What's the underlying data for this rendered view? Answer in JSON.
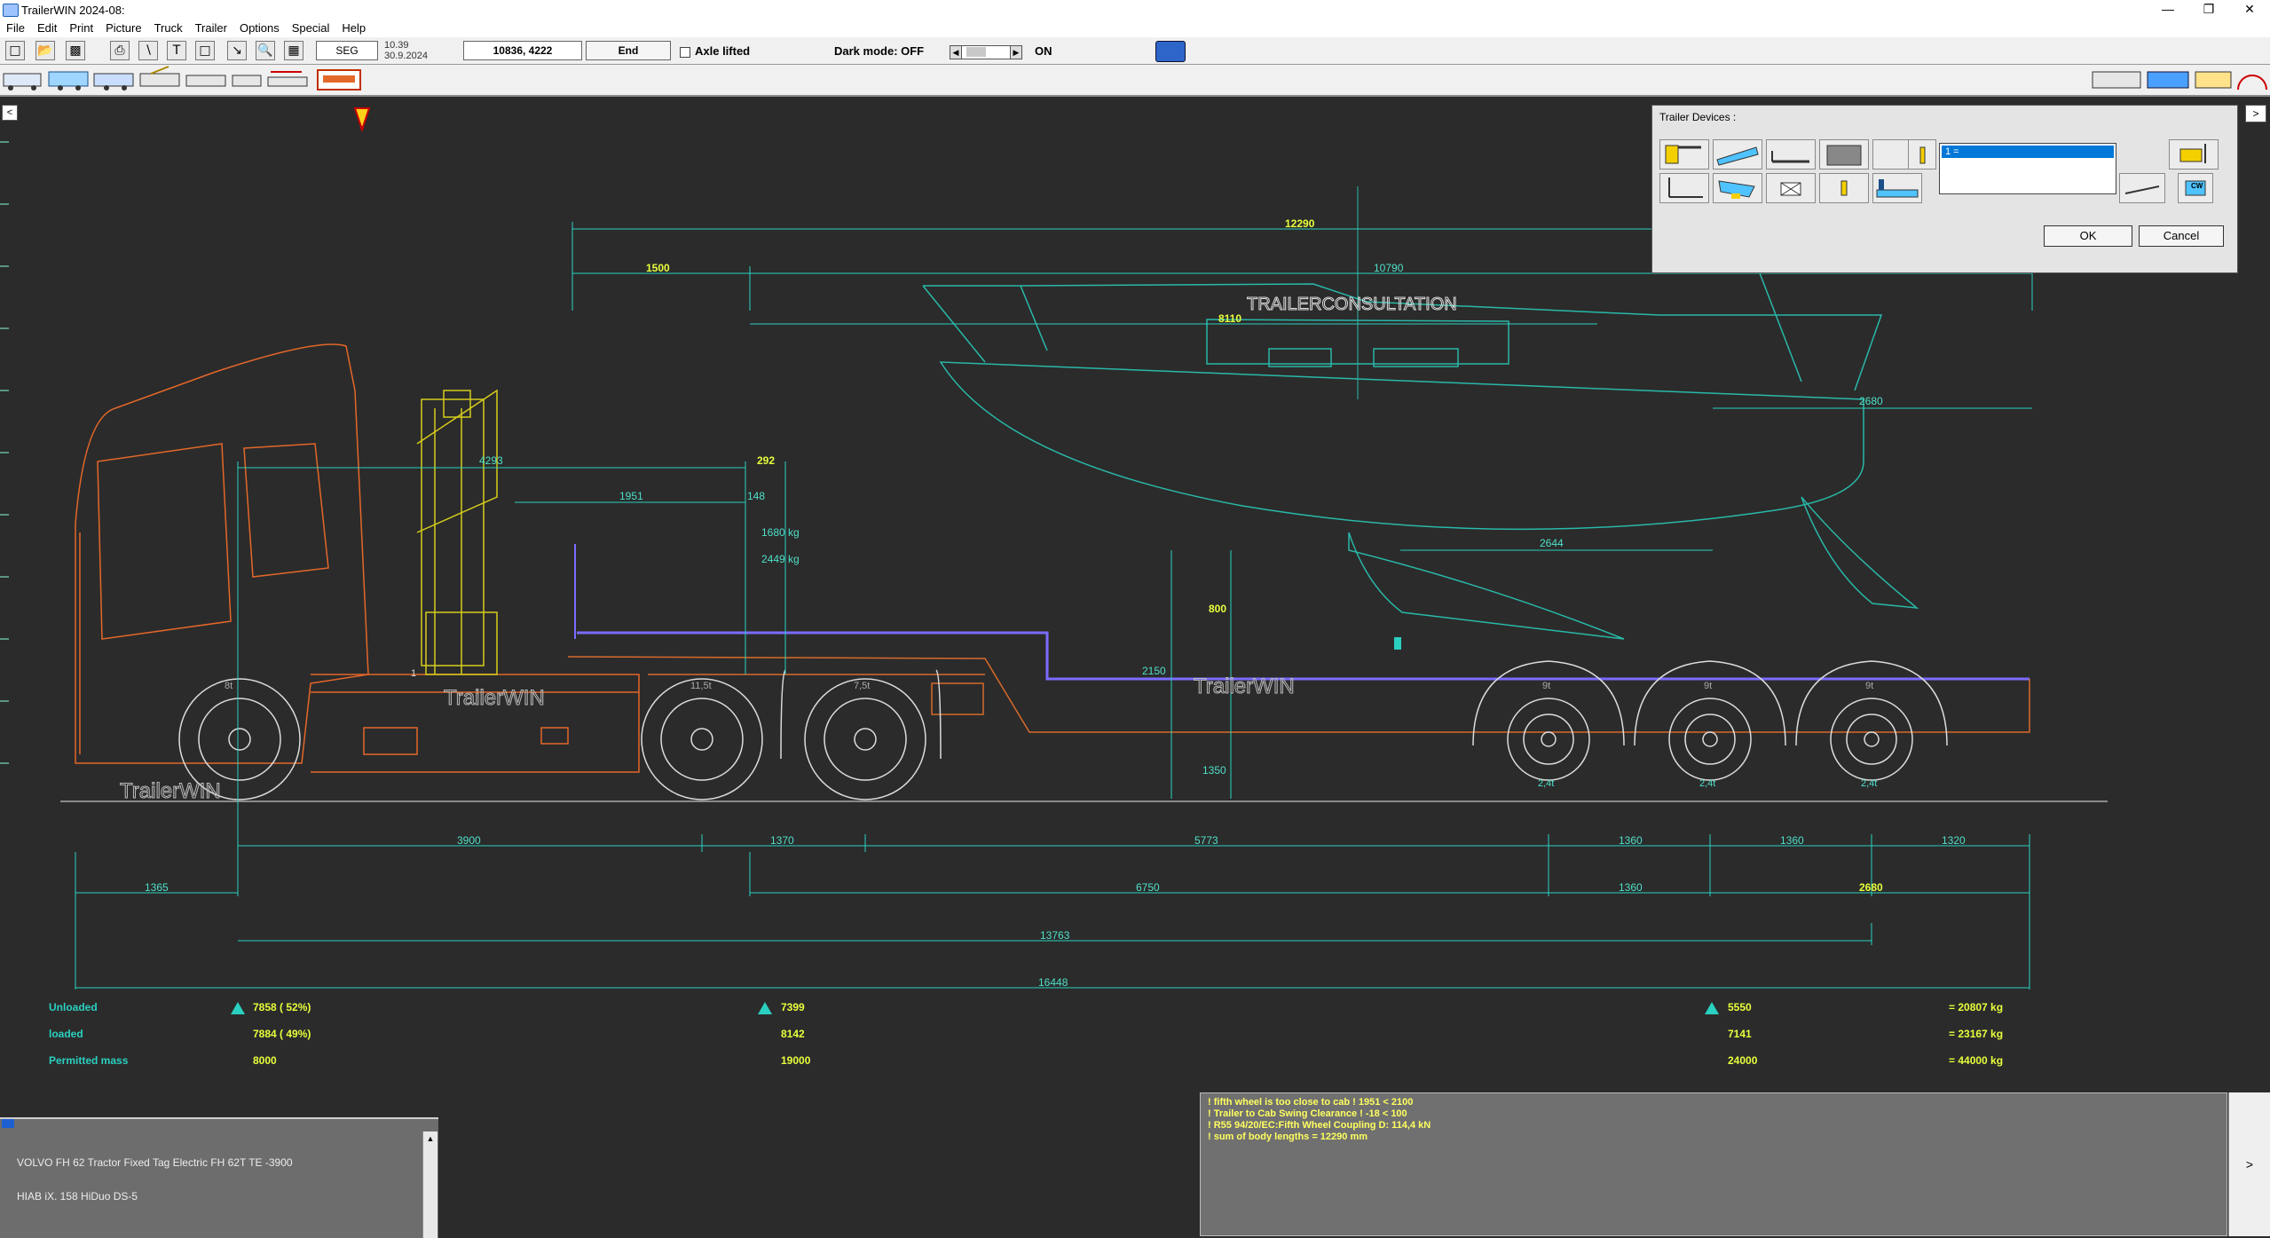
{
  "window": {
    "title": "TrailerWIN 2024-08:",
    "minimize": "—",
    "restore": "❐",
    "close": "✕"
  },
  "menu": [
    "File",
    "Edit",
    "Print",
    "Picture",
    "Truck",
    "Trailer",
    "Options",
    "Special",
    "Help"
  ],
  "toolbar": {
    "seg_label": "SEG",
    "time": "10.39",
    "date": "30.9.2024",
    "coords": "10836, 4222",
    "end_label": "End",
    "axle_lifted_label": "Axle lifted",
    "dark_mode_label": "Dark mode: OFF",
    "dark_mode_on_label": "ON"
  },
  "panel": {
    "title": "Trailer Devices :",
    "list_selected": "1 =",
    "ok": "OK",
    "cancel": "Cancel",
    "cw_label": "CW"
  },
  "watermarks": {
    "brand": "TrailerWIN",
    "consult": "TRAILERCONSULTATION"
  },
  "dimensions": {
    "top_total": "12290",
    "top_left": "1500",
    "top_right": "10790",
    "boat_len": "8110",
    "right_2680": "2680",
    "d4293": "4293",
    "d292": "292",
    "d1951": "1951",
    "d148": "148",
    "kg1": "1680 kg",
    "kg2": "2449 kg",
    "d800": "800",
    "d2644": "2644",
    "d2150": "2150",
    "d1350": "1350",
    "bottom_row1": [
      "3900",
      "1370",
      "5773",
      "1360",
      "1360",
      "1320"
    ],
    "d1365": "1365",
    "d6750": "6750",
    "d1360b": "1360",
    "d2680b": "2680",
    "d13763": "13763",
    "d16448": "16448"
  },
  "axle_labels": {
    "a1": "8t",
    "a2": "11,5t",
    "a3": "7,5t",
    "t1": "9t",
    "t2": "9t",
    "t3": "9t",
    "tb1": "2,4t",
    "tb2": "2,4t",
    "tb3": "2,4t",
    "fifth": "1"
  },
  "weights": {
    "row_labels": [
      "Unloaded",
      "loaded",
      "Permitted mass"
    ],
    "front": [
      "7858 ( 52%)",
      "7884 ( 49%)",
      "8000"
    ],
    "rear": [
      "7399",
      "8142",
      "19000"
    ],
    "trailer": [
      "5550",
      "7141",
      "24000"
    ],
    "totals": [
      "= 20807 kg",
      "= 23167 kg",
      "= 44000 kg"
    ]
  },
  "info": {
    "line1": "VOLVO FH 62 Tractor Fixed Tag Electric FH 62T TE -3900",
    "line2": "HIAB iX. 158 HiDuo DS-5"
  },
  "warnings": [
    "! fifth wheel is too close to cab !  1951 < 2100",
    "! Trailer to Cab Swing Clearance ! -18 <  100",
    "! R55 94/20/EC:Fifth Wheel Coupling D: 114,4 kN",
    "! sum of body lengths = 12290 mm"
  ],
  "side_button": ">",
  "left_collapse": "<",
  "right_expand": ">"
}
